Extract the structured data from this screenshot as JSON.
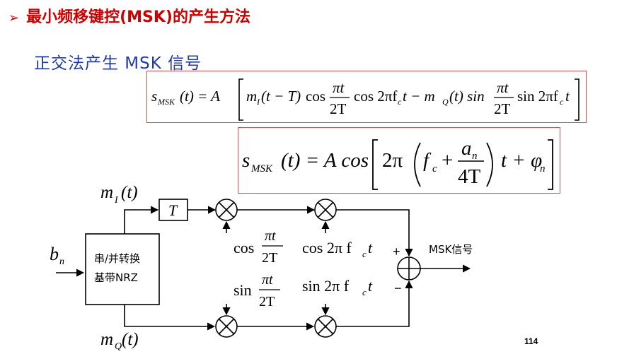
{
  "slide": {
    "heading_bullet": "➢",
    "heading": "最小频移键控(MSK)的产生方法",
    "subheading": "正交法产生 MSK 信号",
    "page_number": "114"
  },
  "formula1": {
    "lhs": "s",
    "lhs_sub": "MSK",
    "lhs_arg": "(t) = A",
    "m_i": "m",
    "m_i_sub": "I",
    "m_i_arg": "(t − T)",
    "cos1": "cos",
    "frac1_num": "πt",
    "frac1_den": "2T",
    "cos2": "cos 2πf",
    "c1": "c",
    "t1": "t − m",
    "q_sub": "Q",
    "m_q_arg": "(t) sin",
    "frac2_num": "πt",
    "frac2_den": "2T",
    "sin2": "sin 2πf",
    "c2": "c",
    "t2": "t"
  },
  "formula2": {
    "lhs": "s",
    "lhs_sub": "MSK",
    "lhs_arg": "(t) = A cos",
    "two_pi": "2π",
    "f": "f",
    "c": "c",
    "plus": "+",
    "frac_num": "a",
    "frac_num_sub": "n",
    "frac_den": "4T",
    "t_plus": "t + φ",
    "phi_sub": "n"
  },
  "diagram": {
    "input": "b",
    "input_sub": "n",
    "converter_line1": "串/并转换",
    "converter_line2": "基带NRZ",
    "mi": "m",
    "mi_sub": "I",
    "mi_arg": "(t)",
    "mq": "m",
    "mq_sub": "Q",
    "mq_arg": "(t)",
    "delay": "T",
    "cos_label": "cos",
    "cos_num": "πt",
    "cos_den": "2T",
    "carrier_cos": "cos 2π f",
    "carrier_cos_sub": "c",
    "carrier_cos_t": "t",
    "sin_label": "sin",
    "sin_num": "πt",
    "sin_den": "2T",
    "carrier_sin": "sin 2π f",
    "carrier_sin_sub": "c",
    "carrier_sin_t": "t",
    "plus_sign": "+",
    "minus_sign": "−",
    "output": "MSK信号"
  }
}
